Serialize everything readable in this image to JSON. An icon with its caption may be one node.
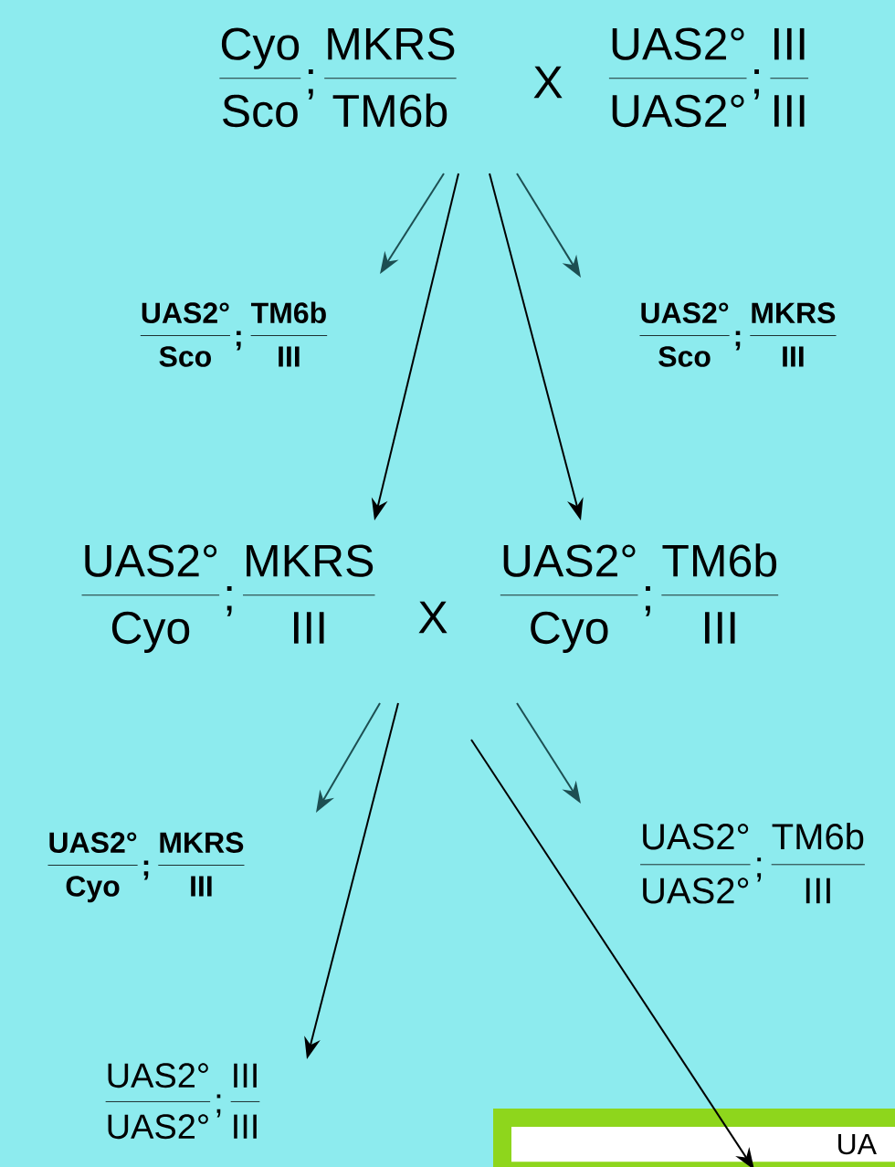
{
  "diagram": {
    "nodes": [
      {
        "text": [
          "Cyo",
          "Sco",
          ";",
          "MKRS",
          "TM6b"
        ]
      },
      {
        "text": [
          "UAS2°",
          "UAS2°",
          ";",
          "III",
          "III"
        ]
      },
      {
        "text": [
          "UAS2°",
          "Sco",
          ";",
          "TM6b",
          "III"
        ]
      },
      {
        "text": [
          "UAS2°",
          "Sco",
          ";",
          "MKRS",
          "III"
        ]
      },
      {
        "text": [
          "UAS2°",
          "Cyo",
          ";",
          "MKRS",
          "III"
        ]
      },
      {
        "text": [
          "UAS2°",
          "Cyo",
          ";",
          "TM6b",
          "III"
        ]
      },
      {
        "text": [
          "UAS2°",
          "Cyo",
          ";",
          "MKRS",
          "III"
        ]
      },
      {
        "text": [
          "UAS2°",
          "UAS2°",
          ";",
          "TM6b",
          "III"
        ]
      },
      {
        "text": [
          "UAS2°",
          "UAS2°",
          ";",
          "III",
          "III"
        ]
      },
      {
        "text": [
          "UA"
        ]
      }
    ],
    "edges": [
      {
        "from": 0,
        "to": 2,
        "arrow": "to"
      },
      {
        "from": 0,
        "to": 4,
        "arrow": "to",
        "color": "#000000"
      },
      {
        "from": 0,
        "to": 5,
        "arrow": "to",
        "color": "#000000"
      },
      {
        "from": 0,
        "to": 3,
        "arrow": "to"
      },
      {
        "from": 4,
        "to": 6,
        "arrow": "to"
      },
      {
        "from": 4,
        "to": 8,
        "arrow": "to",
        "color": "#000000"
      },
      {
        "from": 5,
        "to": 7,
        "arrow": "to"
      },
      {
        "from": 5,
        "to": 9,
        "arrow": "to",
        "color": "#000000"
      }
    ],
    "labels": [
      "X",
      "X"
    ]
  }
}
